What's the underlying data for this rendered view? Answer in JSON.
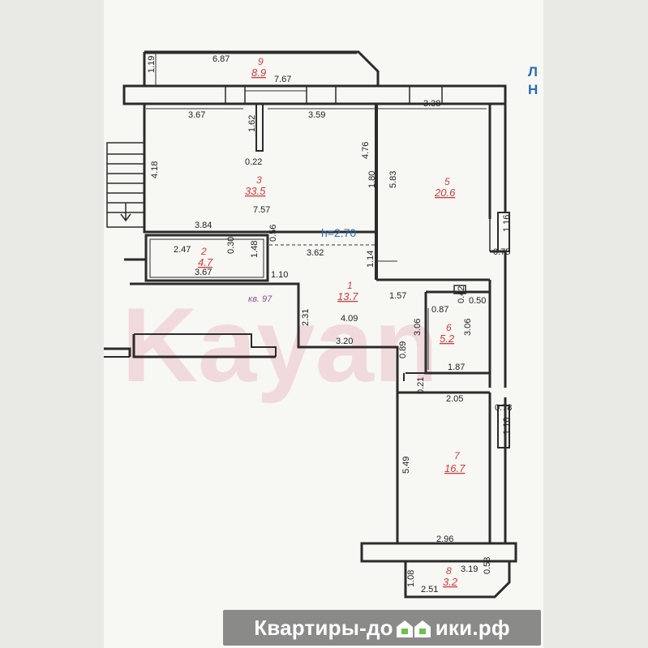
{
  "plan": {
    "height_label": "h=2.70",
    "apartment_label": "кв. 97",
    "watermark": "Kayan",
    "side_text": [
      "Л",
      "Н"
    ],
    "rooms": [
      {
        "num": "9",
        "area": "8.9"
      },
      {
        "num": "3",
        "area": "33.5"
      },
      {
        "num": "5",
        "area": "20.6"
      },
      {
        "num": "2",
        "area": "4.7"
      },
      {
        "num": "1",
        "area": "13.7"
      },
      {
        "num": "6",
        "area": "5.2"
      },
      {
        "num": "7",
        "area": "16.7"
      },
      {
        "num": "8",
        "area": "3.2"
      }
    ],
    "dims": [
      "6.87",
      "1.19",
      "7.67",
      "3.67",
      "3.59",
      "1.62",
      "3.38",
      "0.22",
      "4.18",
      "4.76",
      "1.80",
      "5.83",
      "7.57",
      "1.16",
      "0.75",
      "3.84",
      "0.56",
      "2.47",
      "0.30",
      "1.48",
      "3.62",
      "1.14",
      "3.67",
      "1.10",
      "2.31",
      "4.09",
      "1.57",
      "0.42",
      "0.87",
      "0.50",
      "3.06",
      "3.06",
      "1.87",
      "3.20",
      "0.89",
      "0.21",
      "2.05",
      "0.78",
      "1.16",
      "5.49",
      "2.96",
      "3.19",
      "0.53",
      "1.08",
      "2.51"
    ]
  },
  "footer": {
    "text_left": "Квартиры-до",
    "text_right": "ики.рф",
    "logo_icon": "houses-logo-icon"
  }
}
